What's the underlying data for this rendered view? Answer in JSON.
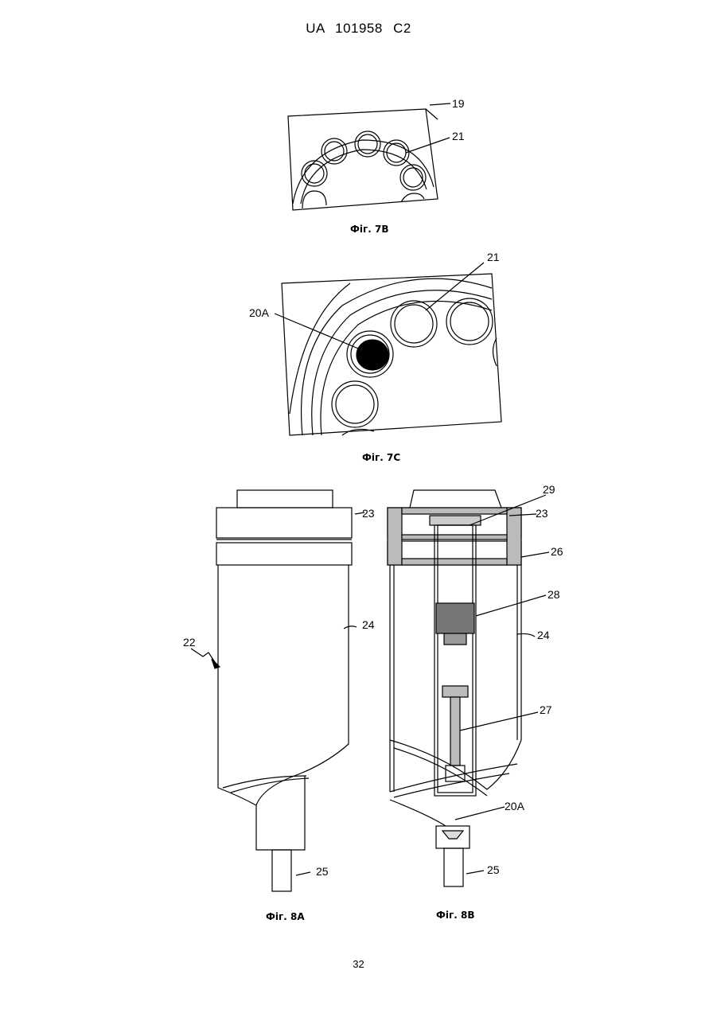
{
  "header": {
    "country": "UA",
    "number": "101958",
    "kind": "C2"
  },
  "figures": [
    {
      "caption": "Фіг. 7В",
      "refs": [
        "19",
        "21"
      ]
    },
    {
      "caption": "Фіг. 7С",
      "refs": [
        "21",
        "20A"
      ]
    },
    {
      "caption": "Фіг. 8А",
      "refs": [
        "23",
        "24",
        "22",
        "25"
      ]
    },
    {
      "caption": "Фіг. 8В",
      "refs": [
        "29",
        "23",
        "26",
        "28",
        "24",
        "27",
        "20A",
        "25"
      ]
    }
  ],
  "page_number": "32"
}
